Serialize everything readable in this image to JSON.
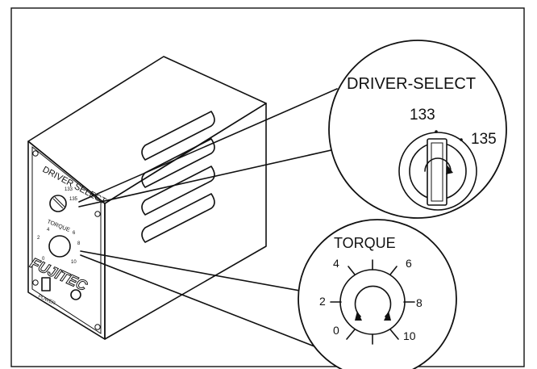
{
  "unit": {
    "panel_label": "DRIVER SELECT",
    "dial_marks": [
      "133",
      "135"
    ],
    "torque_label": "TORQUE",
    "brand": "FUJITEC",
    "power_label": "POWER",
    "panel_torque_marks": [
      "2",
      "4",
      "6",
      "8",
      "0",
      "10"
    ]
  },
  "driver_select_callout": {
    "title": "DRIVER-SELECT",
    "position_a": "133",
    "position_b": "135"
  },
  "torque_callout": {
    "title": "TORQUE",
    "scale": [
      "0",
      "2",
      "4",
      "6",
      "8",
      "10"
    ]
  }
}
